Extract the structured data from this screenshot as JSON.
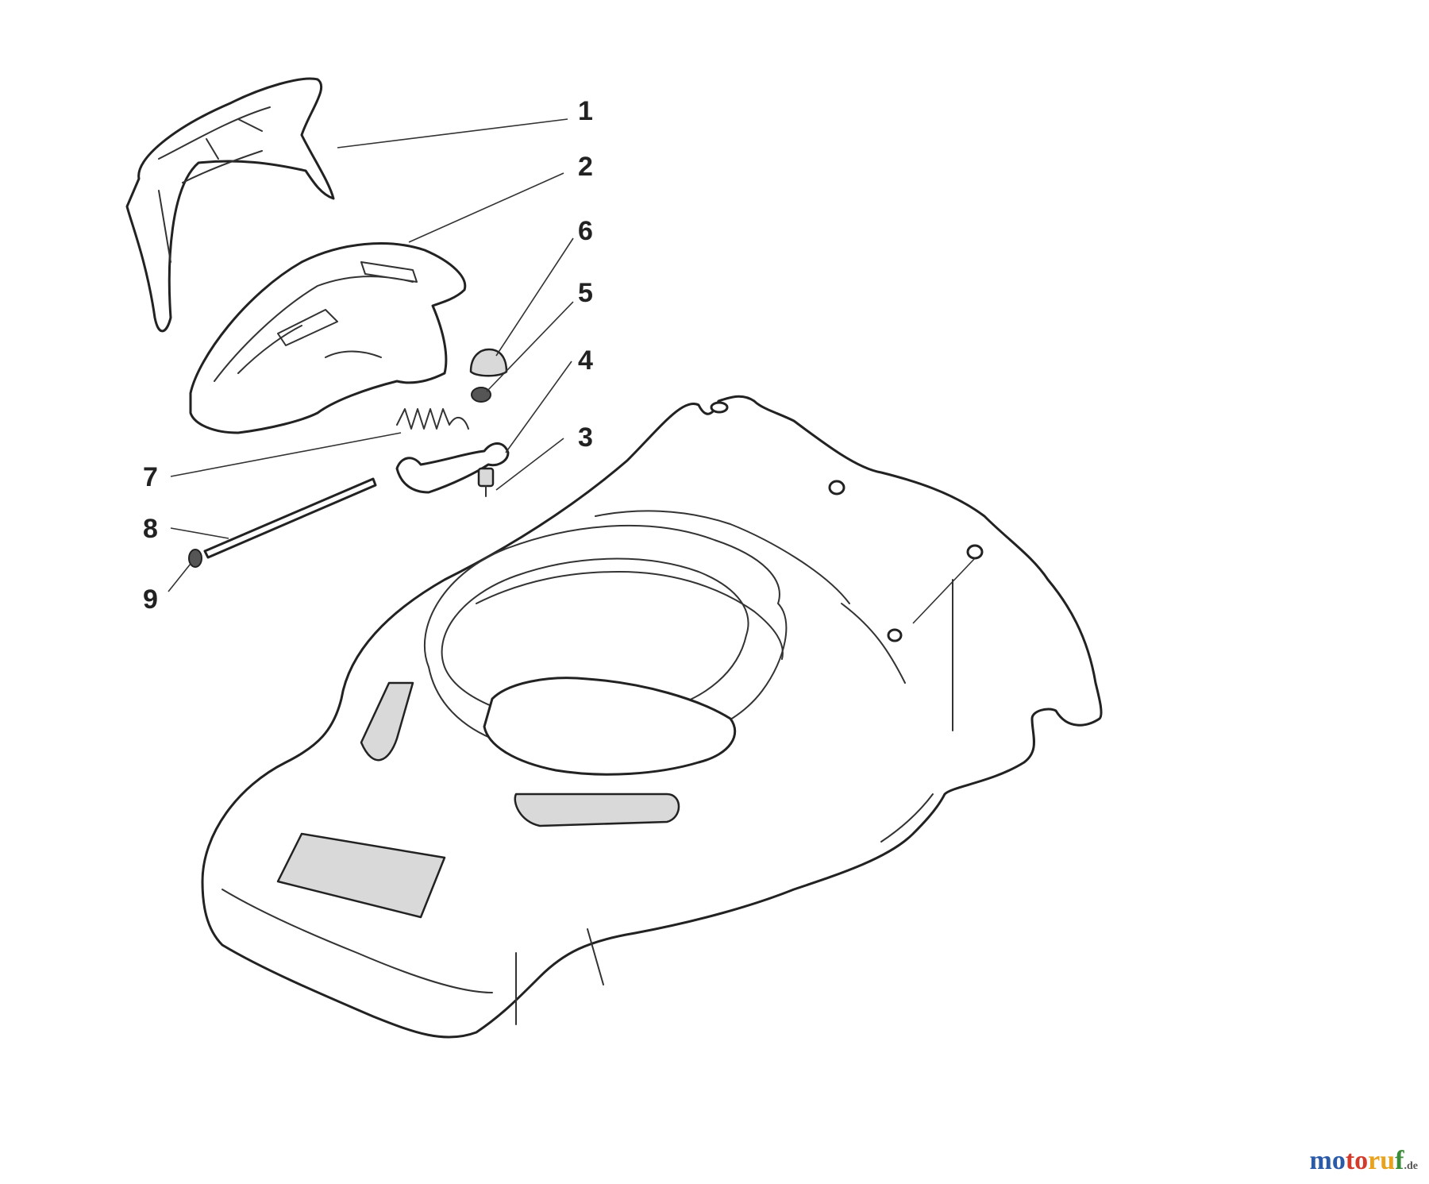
{
  "callouts": [
    {
      "num": "1"
    },
    {
      "num": "2"
    },
    {
      "num": "6"
    },
    {
      "num": "5"
    },
    {
      "num": "4"
    },
    {
      "num": "3"
    },
    {
      "num": "7"
    },
    {
      "num": "8"
    },
    {
      "num": "9"
    }
  ],
  "watermark": {
    "brand_parts": [
      "mo",
      "to",
      "ru",
      "f"
    ],
    "tld": ".de"
  },
  "colors": {
    "line": "#222222",
    "wm_blue": "#2a5aa8",
    "wm_red": "#d23b2b",
    "wm_orange": "#e8a21c",
    "wm_green": "#3a8c3a"
  }
}
